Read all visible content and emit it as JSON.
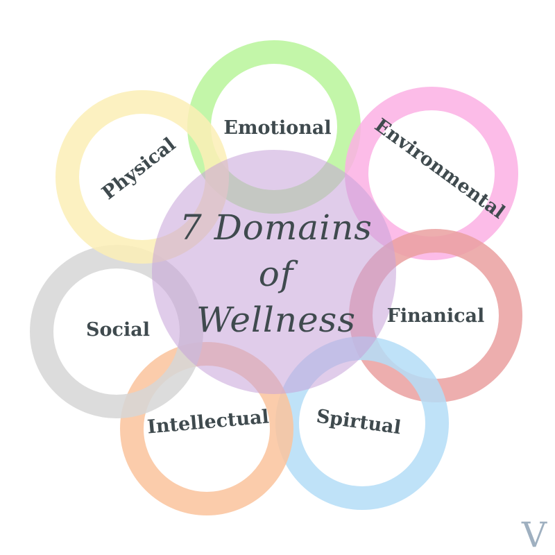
{
  "diagram": {
    "title_lines": [
      "7 Domains",
      "of",
      "Wellness"
    ],
    "center_color": "#c7a3d8",
    "rings": [
      {
        "label": "Emotional",
        "color": "#b9f59a"
      },
      {
        "label": "Environmental",
        "color": "#fbb0e4"
      },
      {
        "label": "Finanical",
        "color": "#eaa0a0"
      },
      {
        "label": "Spirtual",
        "color": "#b4ddf7"
      },
      {
        "label": "Intellectual",
        "color": "#fac39c"
      },
      {
        "label": "Social",
        "color": "#d6d6d6"
      },
      {
        "label": "Physical",
        "color": "#fcefb6"
      }
    ]
  },
  "logo": {
    "letter": "V",
    "color": "#9fb0c0",
    "icon": "v-logo-icon"
  }
}
